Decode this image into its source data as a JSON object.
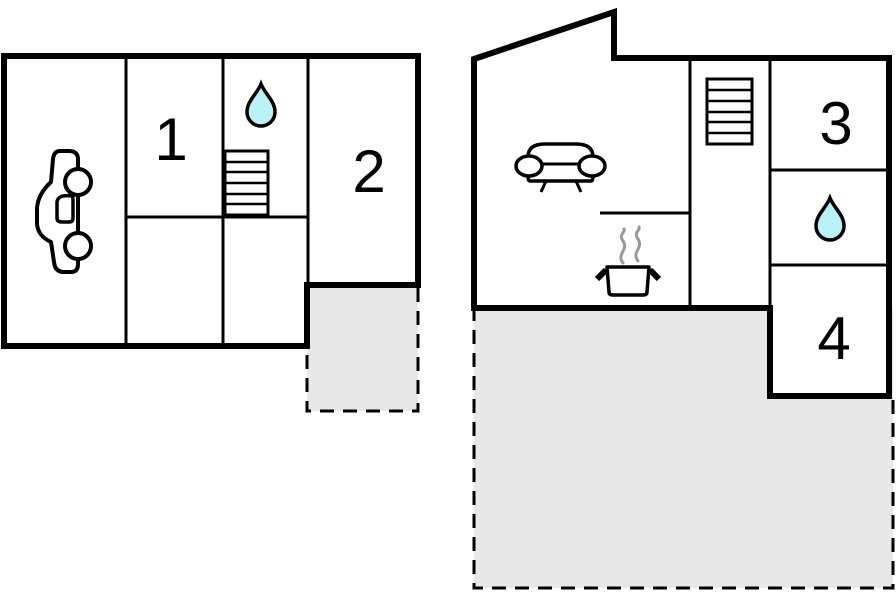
{
  "rooms": {
    "room1": "1",
    "room2": "2",
    "room3": "3",
    "room4": "4"
  },
  "icons": {
    "garage": "car-icon",
    "bathroom_floor1": "water-drop-icon",
    "stairs_floor1": "stairs-icon",
    "living_room": "sofa-icon",
    "kitchen": "cooking-pot-icon",
    "bathroom_floor2": "water-drop-icon",
    "stairs_floor2": "stairs-icon"
  },
  "colors": {
    "wall": "#000000",
    "water": "#b8f1f6",
    "terrace": "#e8e8e8",
    "steam": "#999999",
    "background": "#ffffff"
  }
}
